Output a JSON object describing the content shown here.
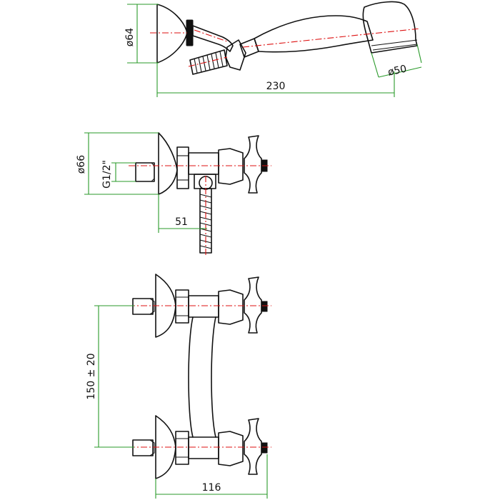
{
  "dimensions": {
    "handshower_head_diameter": "ø64",
    "handshower_spray_diameter": "ø50",
    "handshower_overall_length": "230",
    "flange_diameter": "ø66",
    "inlet_thread": "G1/2\"",
    "projection_depth": "51",
    "inlet_center_distance": "150 ± 20",
    "overall_depth": "116"
  },
  "colors": {
    "outline": "#111111",
    "dimension_lines": "#2a9a2a",
    "center_lines": "#dd1111"
  }
}
